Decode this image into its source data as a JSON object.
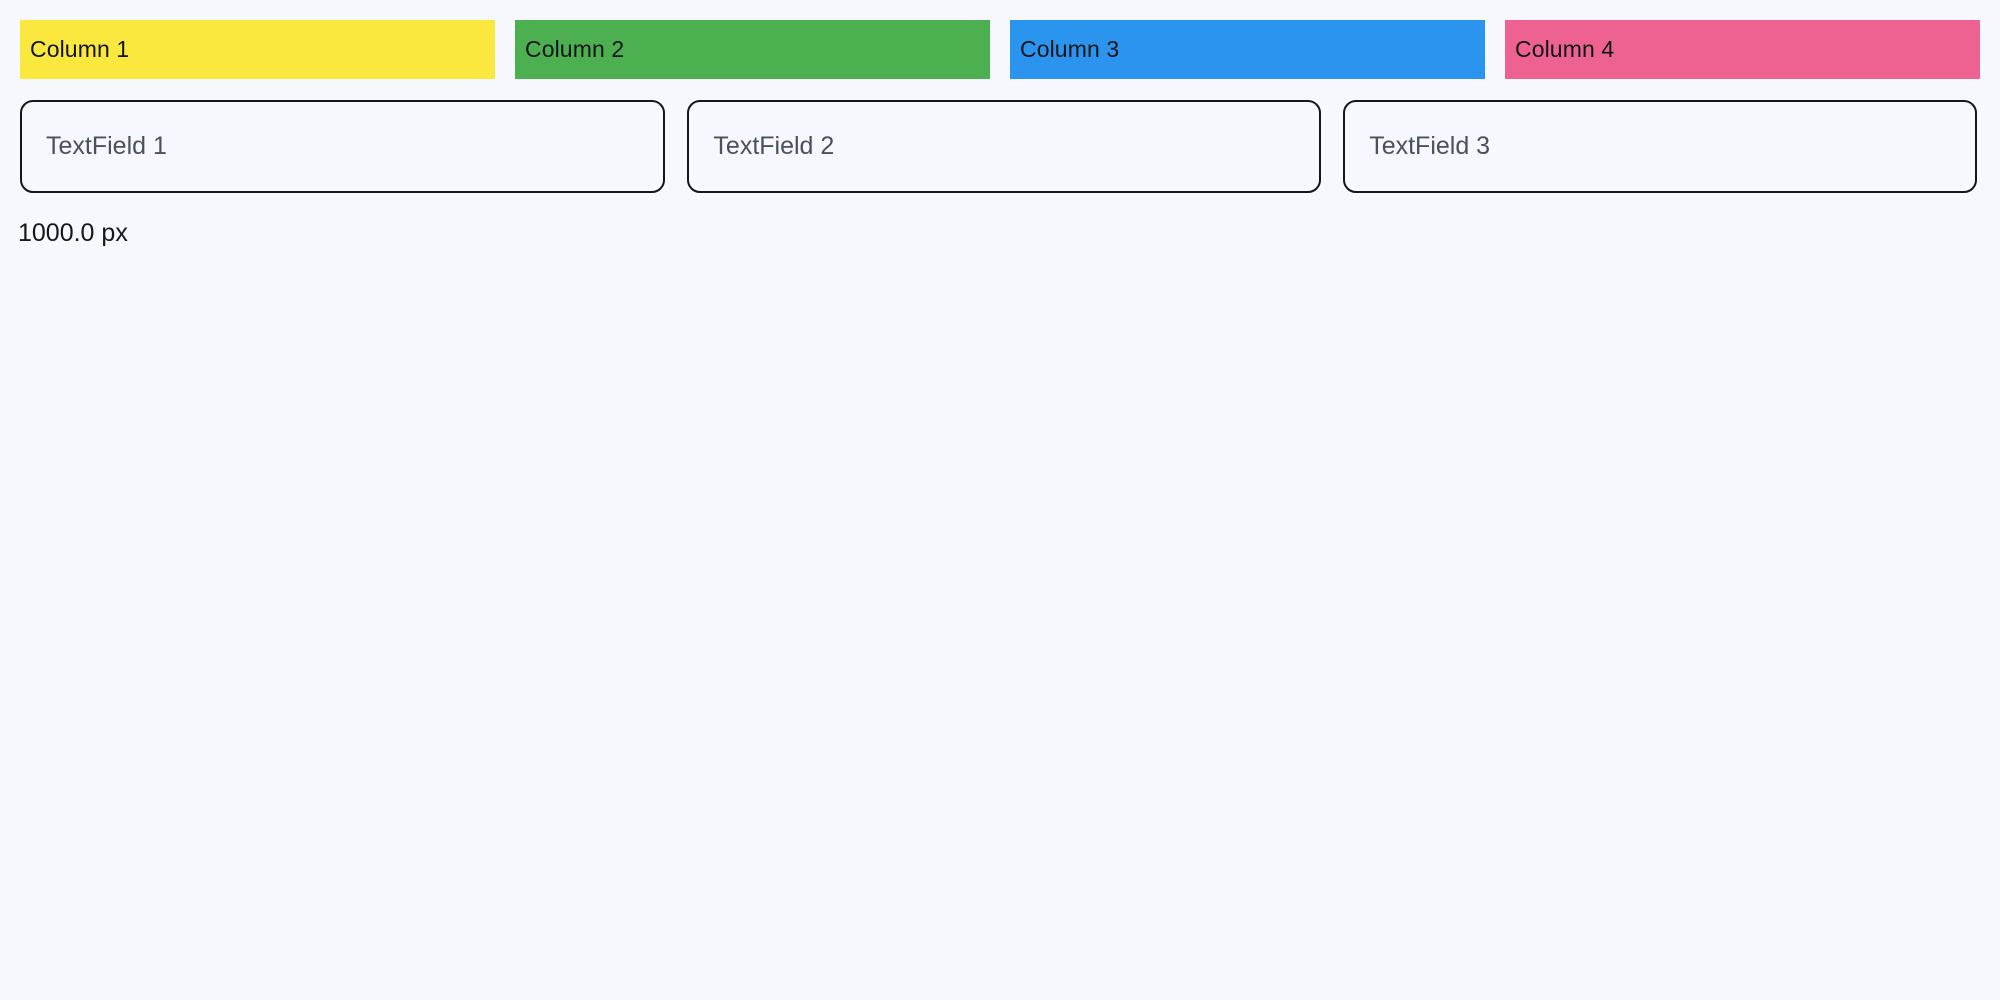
{
  "page": {
    "background_color": "#f7f8fd",
    "width_label": "1000.0 px"
  },
  "columns": [
    {
      "label": "Column 1",
      "color": "#fbe83f",
      "text_color": "#111418"
    },
    {
      "label": "Column 2",
      "color": "#4caf50",
      "text_color": "#111418"
    },
    {
      "label": "Column 3",
      "color": "#2a94ef",
      "text_color": "#111418"
    },
    {
      "label": "Column 4",
      "color": "#ee6291",
      "text_color": "#111418"
    }
  ],
  "textfields": [
    {
      "placeholder": "TextField 1",
      "value": ""
    },
    {
      "placeholder": "TextField 2",
      "value": ""
    },
    {
      "placeholder": "TextField 3",
      "value": ""
    }
  ],
  "status": {
    "size_label": "1000.0 px"
  }
}
